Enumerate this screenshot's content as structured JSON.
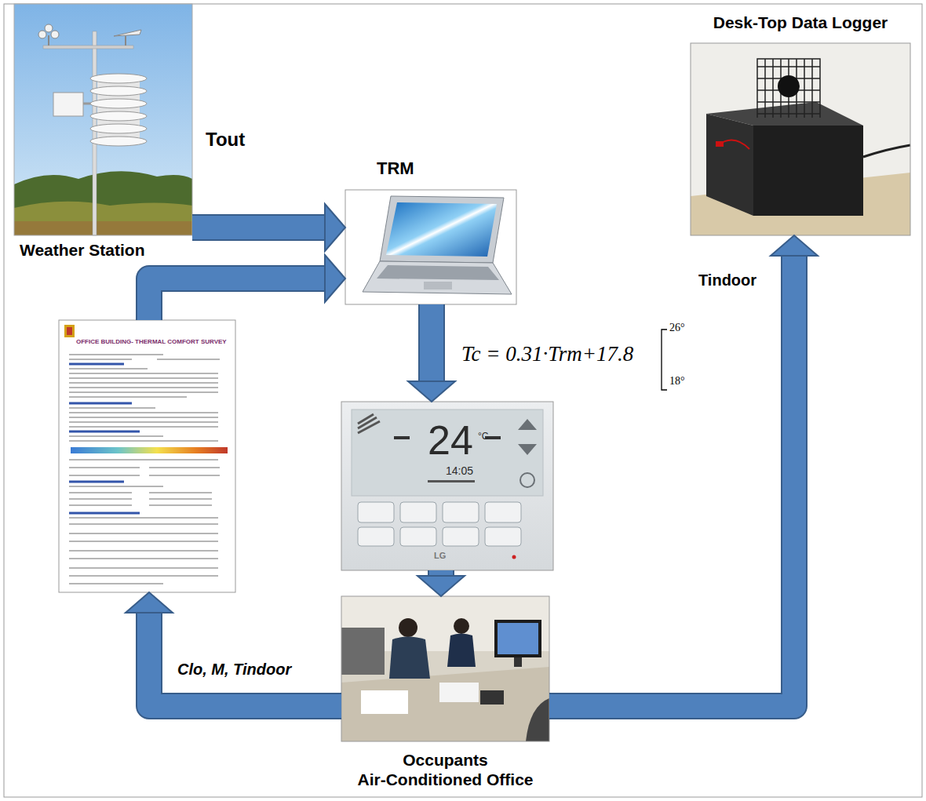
{
  "diagram": {
    "nodes": [
      {
        "text": [
          "Weather Station"
        ]
      },
      {
        "text": [
          "TRM"
        ]
      },
      {
        "text": [
          "Desk-Top Data Logger"
        ]
      },
      {
        "text": [
          "OFFICE BUILDING- THERMAL COMFORT SURVEY"
        ]
      },
      {
        "text": [
          "24",
          "°C",
          "14:05",
          "LG"
        ]
      },
      {
        "text": [
          "Occupants",
          "Air-Conditioned Office"
        ]
      }
    ],
    "edges": [
      {
        "from": 0,
        "to": 1,
        "arrow": "to",
        "label": "Tout"
      },
      {
        "from": 3,
        "to": 1,
        "arrow": "to"
      },
      {
        "from": 1,
        "to": 4,
        "arrow": "to",
        "label": "Tc = 0.31·Trm+17.8"
      },
      {
        "from": 4,
        "to": 5,
        "arrow": "to"
      },
      {
        "from": 5,
        "to": 3,
        "arrow": "to",
        "label": "Clo, M, Tindoor"
      },
      {
        "from": 5,
        "to": 2,
        "arrow": "to",
        "label": "Tindoor"
      }
    ],
    "labels": [
      "26°",
      "18°"
    ]
  }
}
